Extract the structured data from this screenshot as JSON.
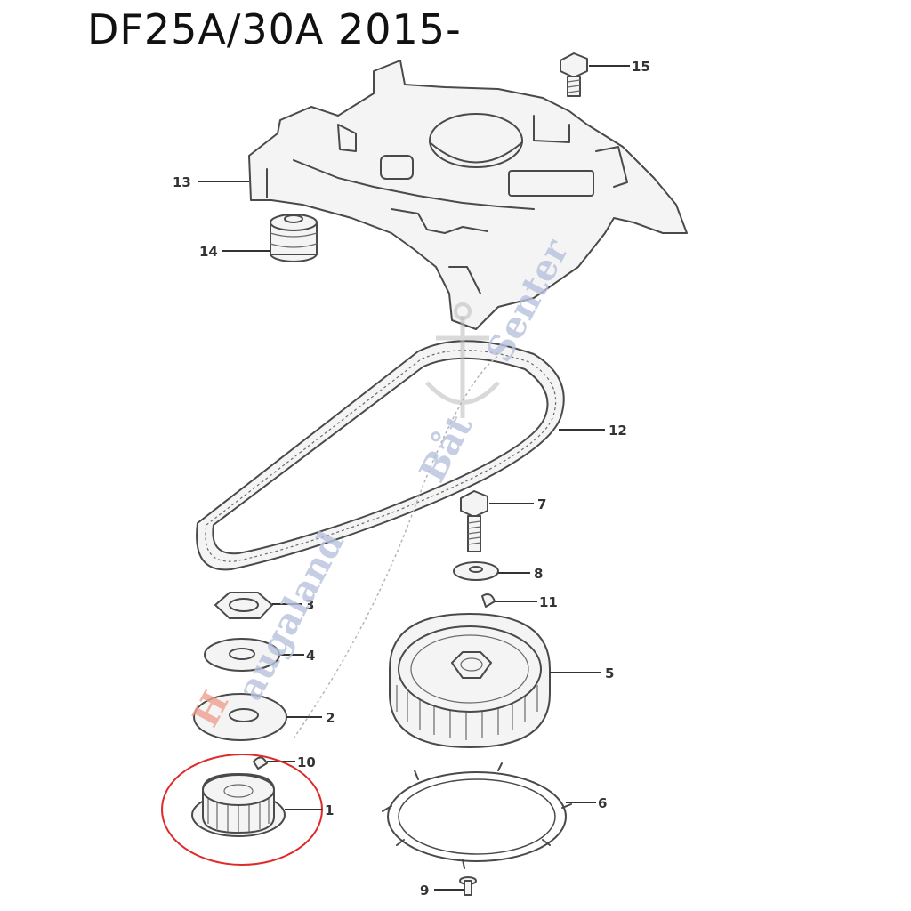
{
  "title": "DF25A/30A 2015-",
  "watermark": {
    "line1_initial": "H",
    "line1_rest": "augaland",
    "line2": "Båt",
    "line3": "Senter"
  },
  "callouts": [
    {
      "id": "p15",
      "label": "15"
    },
    {
      "id": "p13",
      "label": "13"
    },
    {
      "id": "p14",
      "label": "14"
    },
    {
      "id": "p12",
      "label": "12"
    },
    {
      "id": "p7",
      "label": "7"
    },
    {
      "id": "p8",
      "label": "8"
    },
    {
      "id": "p11",
      "label": "11"
    },
    {
      "id": "p3",
      "label": "3"
    },
    {
      "id": "p4",
      "label": "4"
    },
    {
      "id": "p5",
      "label": "5"
    },
    {
      "id": "p2",
      "label": "2"
    },
    {
      "id": "p10",
      "label": "10"
    },
    {
      "id": "p1",
      "label": "1"
    },
    {
      "id": "p6",
      "label": "6"
    },
    {
      "id": "p9",
      "label": "9"
    }
  ],
  "highlight": {
    "part": "1",
    "color": "#e02a2a"
  }
}
